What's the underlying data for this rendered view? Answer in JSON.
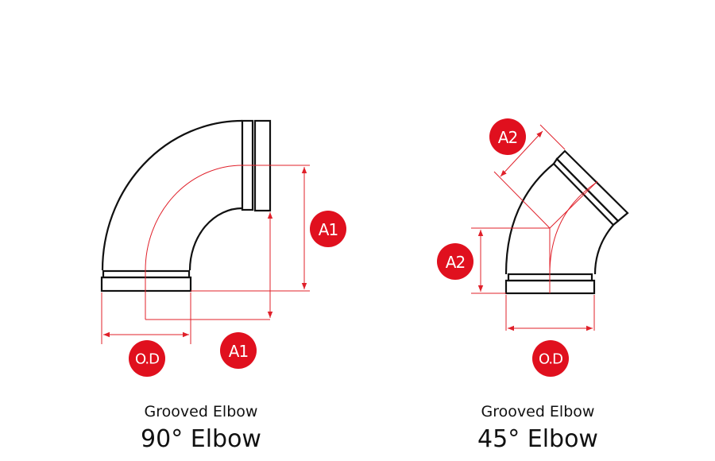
{
  "elbow_90": {
    "subtitle": "Grooved Elbow",
    "title": "90° Elbow",
    "labels": {
      "a_vertical": "A1",
      "a_horizontal": "A1",
      "od": "O.D"
    }
  },
  "elbow_45": {
    "subtitle": "Grooved Elbow",
    "title": "45° Elbow",
    "labels": {
      "a_angled": "A2",
      "a_vertical": "A2",
      "od": "O.D"
    }
  },
  "colors": {
    "dimension": "#e0202a",
    "badge": "#e0101e",
    "outline": "#111111"
  }
}
